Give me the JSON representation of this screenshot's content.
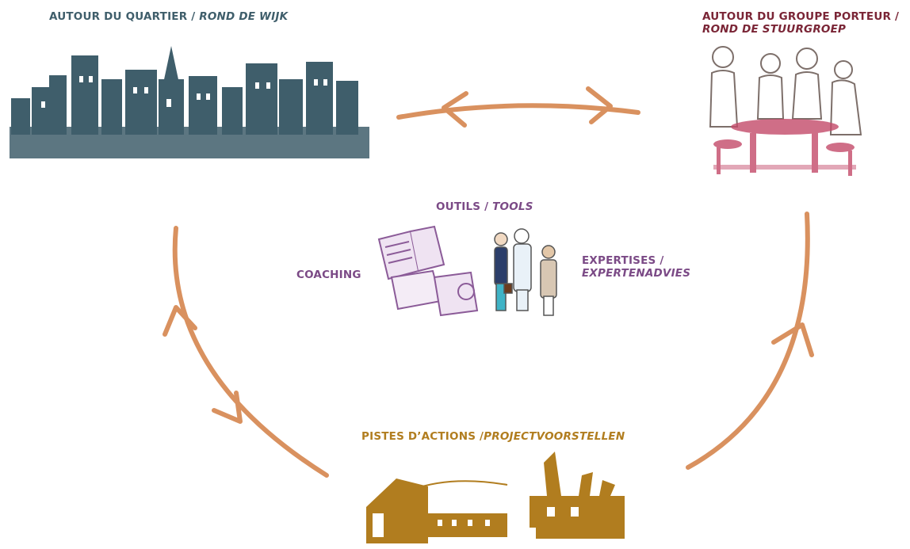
{
  "nodes": {
    "quartier": {
      "label": "AUTOUR DU QUARTIER / ",
      "label_nl": "ROND DE WIJK",
      "color": "#3f5e6b"
    },
    "groupe": {
      "label": "AUTOUR DU GROUPE PORTEUR /",
      "label_nl": "ROND DE STUURGROEP",
      "color": "#7a2536"
    },
    "outils": {
      "label": "OUTILS / ",
      "label_nl": "TOOLS",
      "color": "#7b4a86"
    },
    "coaching": {
      "label": "COACHING",
      "color": "#7b4a86"
    },
    "expertises": {
      "label": "EXPERTISES /",
      "label_nl": "EXPERTENADVIES",
      "color": "#7b4a86"
    },
    "pistes": {
      "label": "PISTES D’ACTIONS /",
      "label_nl": "PROJECTVOORSTELLEN",
      "color": "#b17d1f"
    }
  },
  "illustrations": {
    "quartier": "neighbourhood-street-sketch",
    "groupe": "people-around-table-sketch",
    "outils": "books-and-documents-sketch",
    "expertises": "group-of-experts-sketch",
    "pistes": "garden-project-sketches"
  },
  "arrow_color": "#d9915f"
}
